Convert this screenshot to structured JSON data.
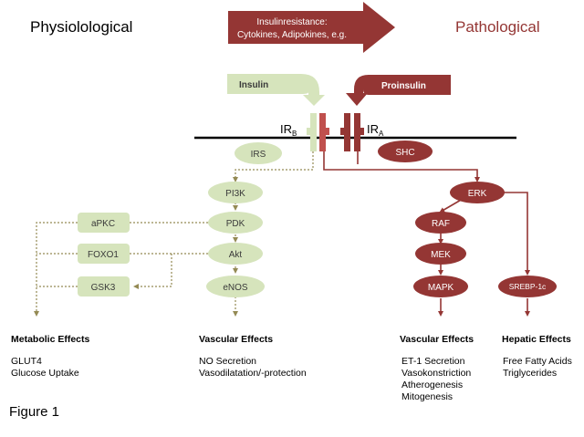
{
  "headers": {
    "left": "Physiolological",
    "right": "Pathological"
  },
  "top_arrow": {
    "line1": "Insulinresistance:",
    "line2": "Cytokines, Adipokines, e.g."
  },
  "ligands": {
    "insulin": "Insulin",
    "proinsulin": "Proinsulin"
  },
  "receptors": {
    "irb": {
      "main": "IR",
      "sub": "B"
    },
    "ira": {
      "main": "IR",
      "sub": "A"
    }
  },
  "nodes": {
    "irs": "IRS",
    "pi3k": "PI3K",
    "pdk": "PDK",
    "akt": "Akt",
    "enos": "eNOS",
    "apkc": "aPKC",
    "foxo1": "FOXO1",
    "gsk3": "GSK3",
    "shc": "SHC",
    "erk": "ERK",
    "raf": "RAF",
    "mek": "MEK",
    "mapk": "MAPK",
    "srebp": "SREBP-1c"
  },
  "effects": {
    "metabolic": {
      "title": "Metabolic Effects",
      "items": [
        "GLUT4",
        "Glucose Uptake"
      ]
    },
    "vascular_left": {
      "title": "Vascular Effects",
      "items": [
        "NO Secretion",
        "Vasodilatation/-protection"
      ]
    },
    "vascular_right": {
      "title": "Vascular Effects",
      "items": [
        "ET-1 Secretion",
        "Vasokonstriction",
        "Atherogenesis",
        "Mitogenesis"
      ]
    },
    "hepatic": {
      "title": "Hepatic Effects",
      "items": [
        "Free Fatty Acids",
        "Triglycerides"
      ]
    }
  },
  "caption": "Figure 1",
  "colors": {
    "green_fill": "#d6e4bc",
    "green_text": "#3a3a3a",
    "dotted_line": "#948a54",
    "dark_red": "#943634",
    "red_bar": "#c0504d",
    "white": "#ffffff",
    "black": "#000000"
  }
}
